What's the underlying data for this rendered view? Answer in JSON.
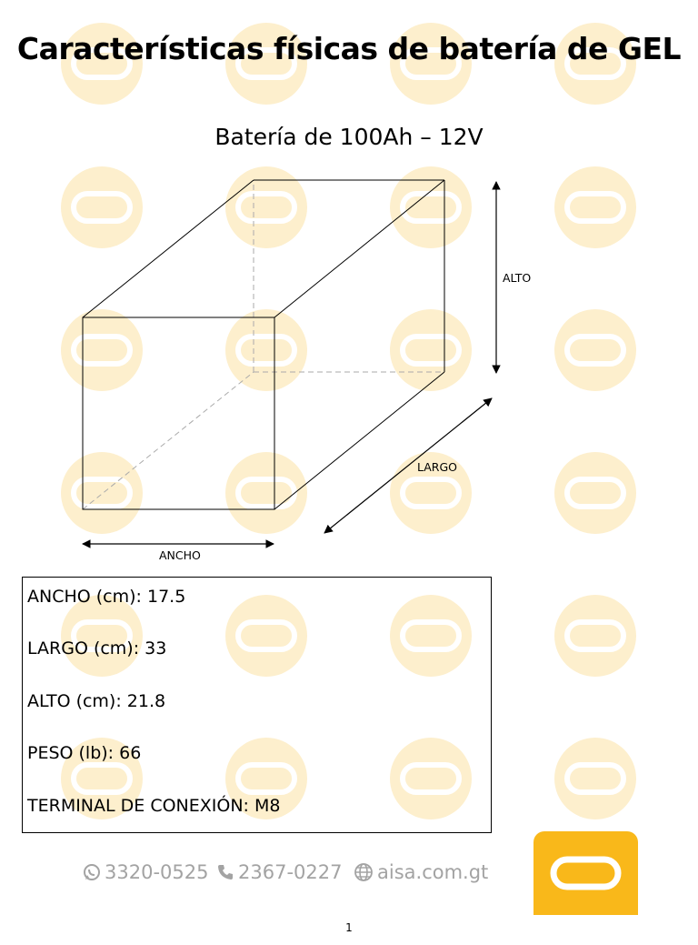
{
  "document": {
    "title": "Características físicas de batería de GEL",
    "subtitle": "Batería de 100Ah – 12V"
  },
  "diagram": {
    "labels": {
      "alto": "ALTO",
      "largo": "LARGO",
      "ancho": "ANCHO"
    }
  },
  "specs": [
    {
      "text": "ANCHO (cm): 17.5"
    },
    {
      "text": "LARGO (cm): 33"
    },
    {
      "text": "ALTO (cm): 21.8"
    },
    {
      "text": "PESO (lb): 66"
    },
    {
      "text": "TERMINAL DE CONEXIÓN: M8"
    }
  ],
  "contact": {
    "whatsapp": "3320-0525",
    "phone": "2367-0227",
    "website": "aisa.com.gt",
    "icons": [
      "whatsapp-icon",
      "phone-icon",
      "globe-icon"
    ]
  },
  "branding": {
    "accent_color": "#f9b81a",
    "watermark_color": "#fde9bb",
    "logo": "aisa-logo"
  },
  "page": {
    "number": "1"
  }
}
